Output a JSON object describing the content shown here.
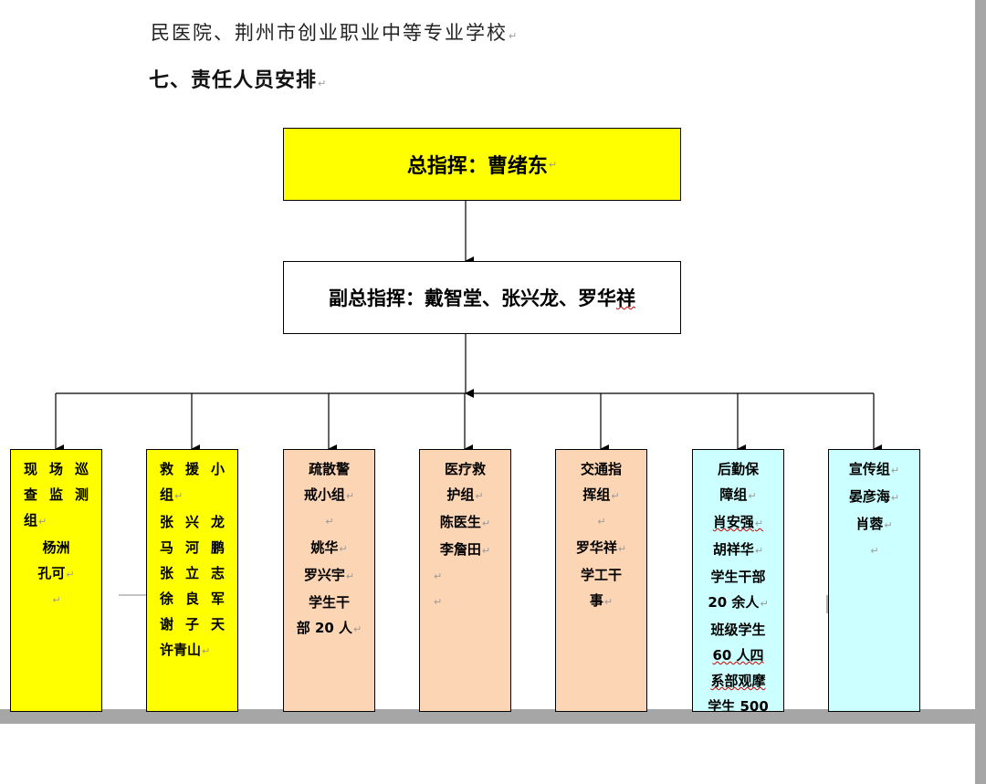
{
  "document": {
    "intro_line": "民医院、荆州市创业职业中等专业学校",
    "section_heading": "七、责任人员安排",
    "paragraph_mark": "↵"
  },
  "org_chart": {
    "chief": {
      "label": "总指挥：",
      "name": "曹绪东"
    },
    "deputy": {
      "label": "副总指挥：",
      "names": "戴智堂、张兴龙、罗华祥"
    },
    "groups": [
      {
        "color": "#ffff00",
        "lines": [
          "现 场 巡",
          "查 监 测",
          "组↵",
          "杨洲",
          "孔可↵",
          "↵"
        ]
      },
      {
        "color": "#ffff00",
        "lines": [
          "救 援 小",
          "组↵",
          "张 兴 龙",
          "马 河 鹏",
          "张 立 志",
          "徐 良 军",
          "谢 子 天",
          "许青山↵"
        ]
      },
      {
        "color": "#fcd5b4",
        "lines": [
          "疏散警",
          "戒小组↵",
          "↵",
          "姚华↵",
          "罗兴宇↵",
          "学生干",
          "部 20 人↵"
        ]
      },
      {
        "color": "#fcd5b4",
        "lines": [
          "医疗救",
          "护组↵",
          "陈医生↵",
          "李詹田↵",
          "↵",
          "↵"
        ]
      },
      {
        "color": "#fcd5b4",
        "lines": [
          "交通指",
          "挥组↵",
          "↵",
          "罗华祥↵",
          "学工干",
          "事↵"
        ]
      },
      {
        "color": "#ccffff",
        "lines": [
          "后勤保",
          "障组↵",
          "肖安强↵",
          "胡祥华↵",
          "学生干部",
          "20 余人↵",
          "班级学生",
          "60 人四",
          "系部观摩",
          "学生 500"
        ]
      },
      {
        "color": "#ccffff",
        "lines": [
          "宣传组↵",
          "晏彦海↵",
          "肖蓉↵",
          "↵"
        ]
      }
    ]
  }
}
